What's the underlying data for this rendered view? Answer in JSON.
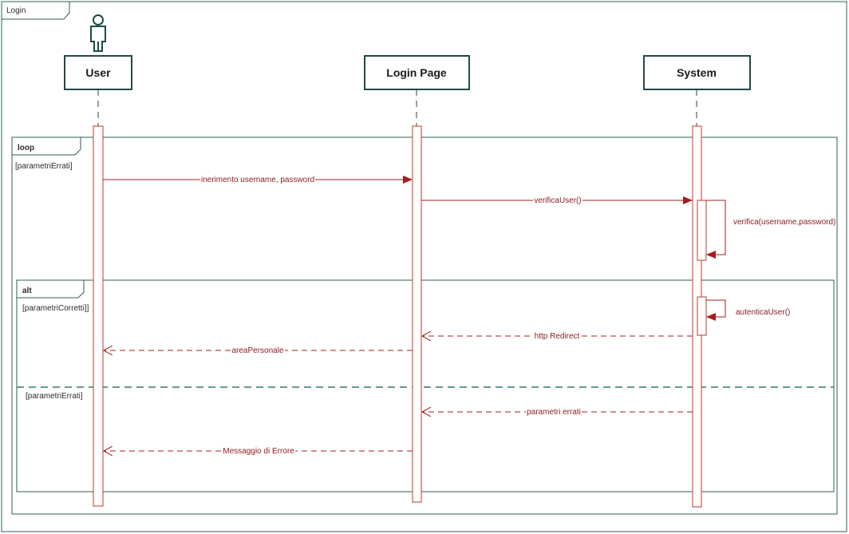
{
  "diagram": {
    "title": "Login",
    "colors": {
      "frame": "#2e5e5a",
      "header_border": "#1f4a46",
      "message": "#a51c1c",
      "activation": "#c0392b",
      "separator": "#2e7d5b"
    },
    "participants": [
      {
        "id": "user",
        "label": "User",
        "icon": "actor-icon"
      },
      {
        "id": "login_page",
        "label": "Login Page"
      },
      {
        "id": "system",
        "label": "System"
      }
    ],
    "loop": {
      "label": "loop",
      "guard": "[parametriErrati]"
    },
    "alt": {
      "label": "alt",
      "guard_1": "[parametriCorretti]]",
      "guard_2": "[parametriErrati]"
    },
    "messages": [
      {
        "id": "m1",
        "from": "user",
        "to": "login_page",
        "label": "inerimento username, password",
        "style": "solid"
      },
      {
        "id": "m2",
        "from": "login_page",
        "to": "system",
        "label": "verificaUser()",
        "style": "solid"
      },
      {
        "id": "m3",
        "from": "system",
        "to": "system",
        "label": "verifica(username,password)",
        "style": "self"
      },
      {
        "id": "m4",
        "from": "system",
        "to": "system",
        "label": "autenticaUser()",
        "style": "self"
      },
      {
        "id": "m5",
        "from": "system",
        "to": "login_page",
        "label": "http Redirect",
        "style": "dashed"
      },
      {
        "id": "m6",
        "from": "login_page",
        "to": "user",
        "label": "areaPersonale",
        "style": "dashed"
      },
      {
        "id": "m7",
        "from": "system",
        "to": "login_page",
        "label": "parametri errati",
        "style": "dashed"
      },
      {
        "id": "m8",
        "from": "login_page",
        "to": "user",
        "label": "Messaggio di Errore",
        "style": "dashed"
      }
    ]
  }
}
